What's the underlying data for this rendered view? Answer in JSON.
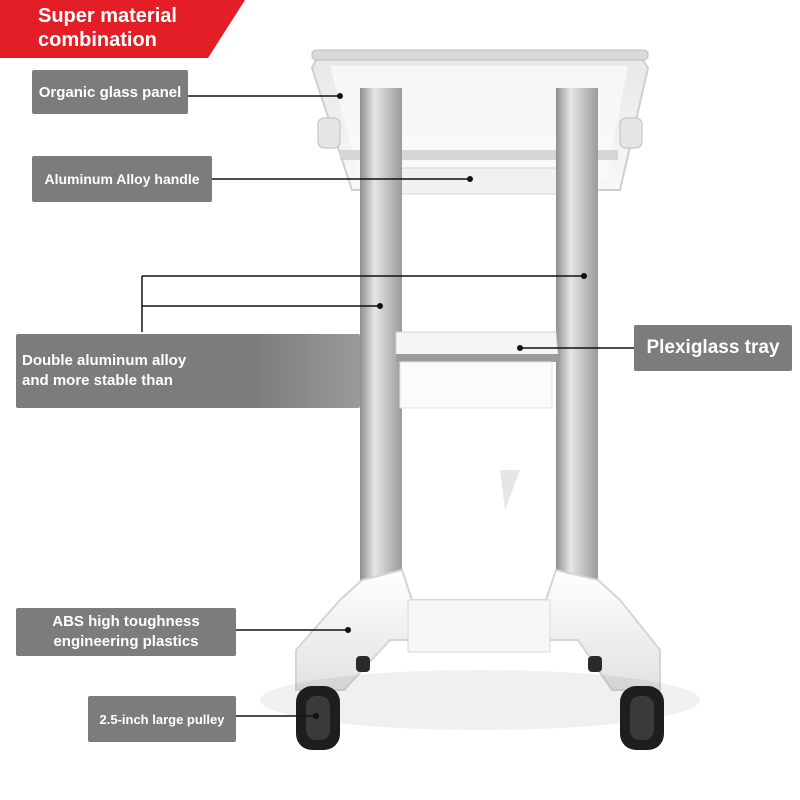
{
  "banner": {
    "line1": "Super material",
    "line2": "combination",
    "color": "#e41e26"
  },
  "labels": {
    "organic_glass": "Organic glass panel",
    "aluminum_handle": "Aluminum Alloy handle",
    "double_aluminum_line1": "Double aluminum alloy",
    "double_aluminum_line2": "and more stable than",
    "plexiglass_tray": "Plexiglass tray",
    "abs_line1": "ABS high toughness",
    "abs_line2": "engineering plastics",
    "pulley": "2.5-inch large pulley"
  },
  "colors": {
    "label_bg": "#7c7c7c",
    "label_text": "#ffffff",
    "pole": "#b8b8b8",
    "frame_white": "#f4f4f4"
  }
}
